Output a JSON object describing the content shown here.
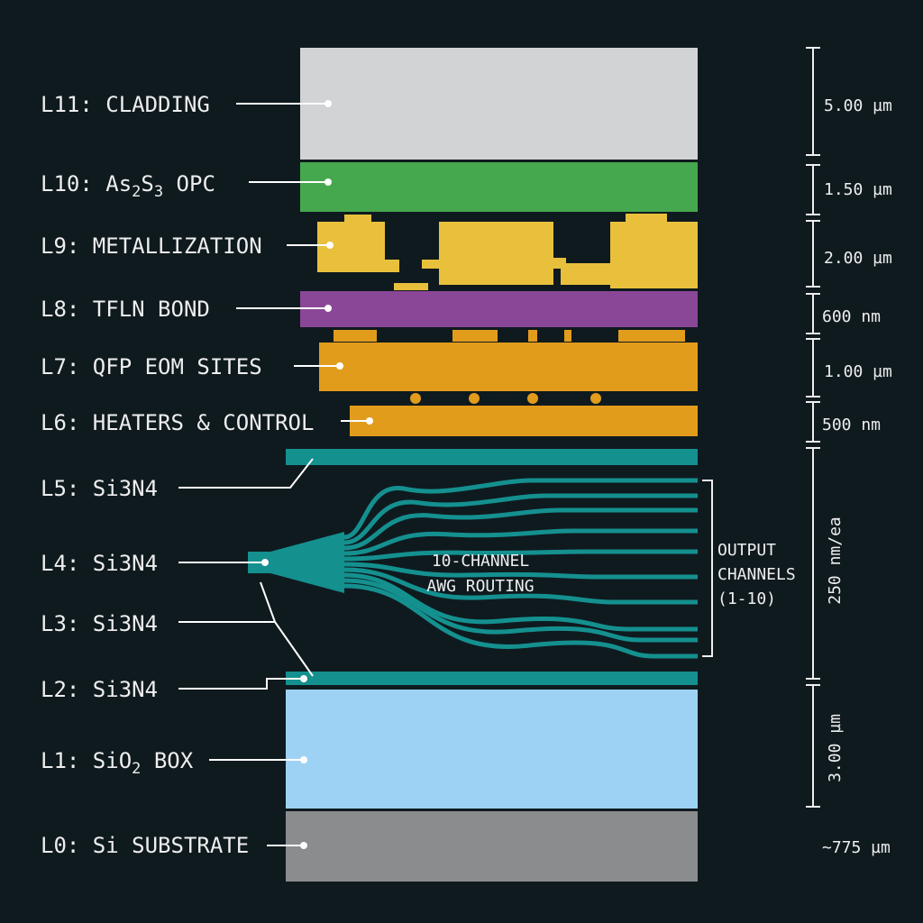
{
  "layers": [
    {
      "id": "L11",
      "label": "L11: CLADDING",
      "color": "#d1d3d5"
    },
    {
      "id": "L10",
      "label_prefix": "L10: As",
      "sub1": "2",
      "mid": "S",
      "sub2": "3",
      "suffix": " OPC",
      "color": "#46a84e"
    },
    {
      "id": "L9",
      "label": "L9: METALLIZATION",
      "color": "#e8c03c"
    },
    {
      "id": "L8",
      "label": "L8: TFLN BOND",
      "color": "#8a4797"
    },
    {
      "id": "L7",
      "label": "L7: QFP EOM SITES",
      "color": "#e29c1b"
    },
    {
      "id": "L6",
      "label": "L6: HEATERS & CONTROL",
      "color": "#e29c1b"
    },
    {
      "id": "L5",
      "label": "L5: Si3N4",
      "color": "#14908f"
    },
    {
      "id": "L4",
      "label": "L4: Si3N4",
      "color": "#14908f"
    },
    {
      "id": "L3",
      "label": "L3: Si3N4",
      "color": "#14908f"
    },
    {
      "id": "L2",
      "label": "L2: Si3N4",
      "color": "#14908f"
    },
    {
      "id": "L1",
      "label_prefix": "L1: SiO",
      "sub1": "2",
      "suffix": " BOX",
      "color": "#9dd2f4"
    },
    {
      "id": "L0",
      "label": "L0: Si SUBSTRATE",
      "color": "#8b8c8e"
    }
  ],
  "dimensions": {
    "cladding": "5.00 µm",
    "opc": "1.50 µm",
    "metal": "2.00 µm",
    "tfln": "600 nm",
    "qfp": "1.00 µm",
    "heaters": "500 nm",
    "si3n4": "250 nm/ea",
    "box": "3.00 µm",
    "substrate": "~775 µm"
  },
  "awg": {
    "line1": "10-CHANNEL",
    "line2": "AWG ROUTING",
    "channel_count": 10
  },
  "output": {
    "line1": "OUTPUT",
    "line2": "CHANNELS",
    "line3": "(1-10)"
  },
  "colors": {
    "background": "#0f1a1f",
    "text": "#eeeeee",
    "leader": "#ffffff"
  }
}
